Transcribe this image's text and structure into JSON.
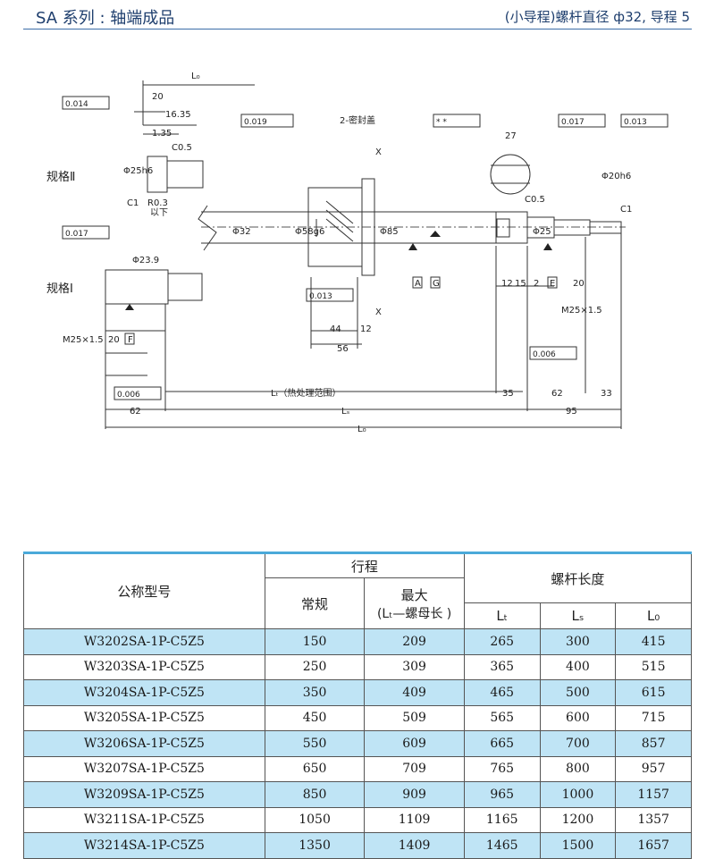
{
  "header": {
    "title": "SA 系列 : 轴端成品",
    "subtitle": "(小导程)螺杆直径 ф32, 导程 5"
  },
  "drawing": {
    "labels": {
      "spec_II": "规格Ⅱ",
      "spec_I": "规格Ⅰ",
      "seal": "2-密封盖",
      "L0": "L₀",
      "Lt_heat": "Lₜ（热处理范围）",
      "Ls": "Lₛ",
      "L0_bottom": "L₀",
      "d20": "20",
      "d16_35": "16.35",
      "d1_35": "1.35",
      "c05": "C0.5",
      "c1": "C1",
      "r03": "R0.3",
      "yixia": "以下",
      "phi32": "Φ32",
      "phi58": "Φ58g6",
      "phi85": "Φ85",
      "phi25": "Φ25",
      "phi20h6": "Φ20h6",
      "phi25h6": "Φ25h6",
      "phi239": "Φ23.9",
      "d27": "27",
      "d44": "44",
      "d56": "56",
      "d12": "12",
      "d12b": "12",
      "d15": "15",
      "d2": "2",
      "d20b": "20",
      "d35": "35",
      "d62": "62",
      "d33": "33",
      "d62b": "62",
      "d95": "95",
      "m25": "M25×1.5",
      "m25b": "M25×1.5",
      "d20c": "20",
      "c1b": "C1",
      "x": "X",
      "x2": "X",
      "A": "A",
      "G": "G",
      "E": "E",
      "F": "F",
      "tol_0014": "0.014",
      "tol_0017a": "0.017",
      "tol_0019": "0.019",
      "tol_0013": "0.013",
      "tol_0013E": "0.013",
      "tol_0017b": "0.017",
      "tol_0006E": "0.006",
      "tol_0006F": "0.006",
      "tol_stars": "* *"
    }
  },
  "table": {
    "header": {
      "model": "公称型号",
      "stroke": "行程",
      "normal": "常规",
      "max": "最大",
      "max_sub": "(Lₜ—螺母长 )",
      "screw_length": "螺杆长度",
      "lt": "Lₜ",
      "ls": "Lₛ",
      "lo": "L₀"
    },
    "rows": [
      {
        "model": "W3202SA-1P-C5Z5",
        "normal": "150",
        "max": "209",
        "lt": "265",
        "ls": "300",
        "lo": "415"
      },
      {
        "model": "W3203SA-1P-C5Z5",
        "normal": "250",
        "max": "309",
        "lt": "365",
        "ls": "400",
        "lo": "515"
      },
      {
        "model": "W3204SA-1P-C5Z5",
        "normal": "350",
        "max": "409",
        "lt": "465",
        "ls": "500",
        "lo": "615"
      },
      {
        "model": "W3205SA-1P-C5Z5",
        "normal": "450",
        "max": "509",
        "lt": "565",
        "ls": "600",
        "lo": "715"
      },
      {
        "model": "W3206SA-1P-C5Z5",
        "normal": "550",
        "max": "609",
        "lt": "665",
        "ls": "700",
        "lo": "857"
      },
      {
        "model": "W3207SA-1P-C5Z5",
        "normal": "650",
        "max": "709",
        "lt": "765",
        "ls": "800",
        "lo": "957"
      },
      {
        "model": "W3209SA-1P-C5Z5",
        "normal": "850",
        "max": "909",
        "lt": "965",
        "ls": "1000",
        "lo": "1157"
      },
      {
        "model": "W3211SA-1P-C5Z5",
        "normal": "1050",
        "max": "1109",
        "lt": "1165",
        "ls": "1200",
        "lo": "1357"
      },
      {
        "model": "W3214SA-1P-C5Z5",
        "normal": "1350",
        "max": "1409",
        "lt": "1465",
        "ls": "1500",
        "lo": "1657"
      }
    ]
  }
}
